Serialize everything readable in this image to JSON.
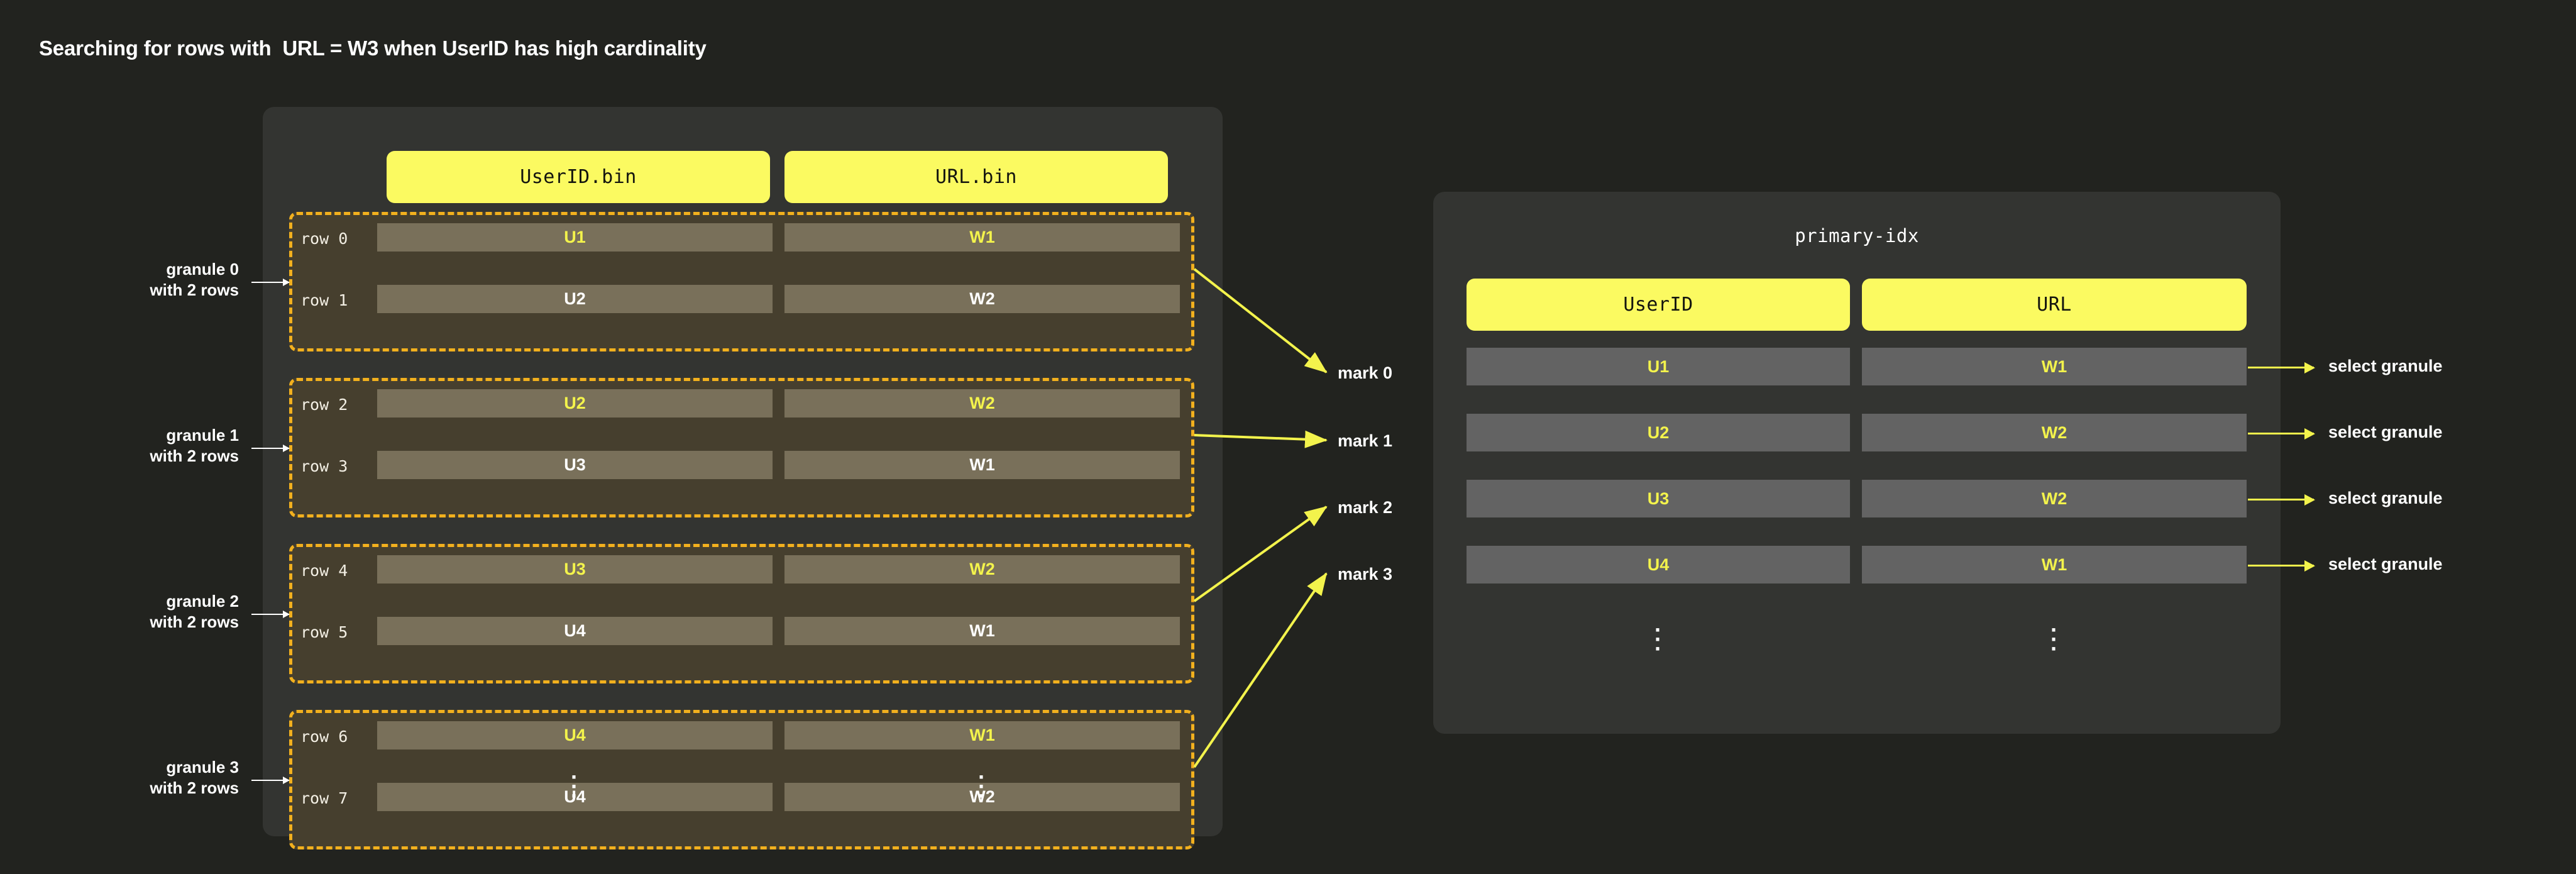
{
  "title": "Searching for rows with  URL = W3 when UserID has high cardinality",
  "colors": {
    "background": "#22231f",
    "panel": "#333431",
    "accent_yellow": "#fbfa61",
    "granule_border": "#f2b01e",
    "highlight_text": "#f3f34c",
    "cell_fill": "#79705a",
    "index_cell_fill": "#636363",
    "granule_fill": "#463f2e",
    "text_white": "#ffffff"
  },
  "parts_table": {
    "headers": [
      {
        "id": "userid-bin",
        "label": "UserID.bin"
      },
      {
        "id": "url-bin",
        "label": "URL.bin"
      }
    ],
    "rows": [
      {
        "label": "row 0",
        "userid": "U1",
        "url": "W1",
        "highlighted": true
      },
      {
        "label": "row 1",
        "userid": "U2",
        "url": "W2",
        "highlighted": false
      },
      {
        "label": "row 2",
        "userid": "U2",
        "url": "W2",
        "highlighted": true
      },
      {
        "label": "row 3",
        "userid": "U3",
        "url": "W1",
        "highlighted": false
      },
      {
        "label": "row 4",
        "userid": "U3",
        "url": "W2",
        "highlighted": true
      },
      {
        "label": "row 5",
        "userid": "U4",
        "url": "W1",
        "highlighted": false
      },
      {
        "label": "row 6",
        "userid": "U4",
        "url": "W1",
        "highlighted": true
      },
      {
        "label": "row 7",
        "userid": "U4",
        "url": "W2",
        "highlighted": false
      }
    ],
    "overflow_indicator": "⋮"
  },
  "granule_notes": [
    {
      "line1": "granule 0",
      "line2": "with 2 rows"
    },
    {
      "line1": "granule 1",
      "line2": "with 2 rows"
    },
    {
      "line1": "granule 2",
      "line2": "with 2 rows"
    },
    {
      "line1": "granule 3",
      "line2": "with 2 rows"
    }
  ],
  "marks": [
    {
      "label": "mark 0"
    },
    {
      "label": "mark 1"
    },
    {
      "label": "mark 2"
    },
    {
      "label": "mark 3"
    }
  ],
  "primary_index": {
    "title": "primary-idx",
    "headers": [
      {
        "id": "userid",
        "label": "UserID"
      },
      {
        "id": "url",
        "label": "URL"
      }
    ],
    "rows": [
      {
        "userid": "U1",
        "url": "W1",
        "action": "select granule"
      },
      {
        "userid": "U2",
        "url": "W2",
        "action": "select granule"
      },
      {
        "userid": "U3",
        "url": "W2",
        "action": "select granule"
      },
      {
        "userid": "U4",
        "url": "W1",
        "action": "select granule"
      }
    ],
    "overflow_indicator": "⋮"
  }
}
